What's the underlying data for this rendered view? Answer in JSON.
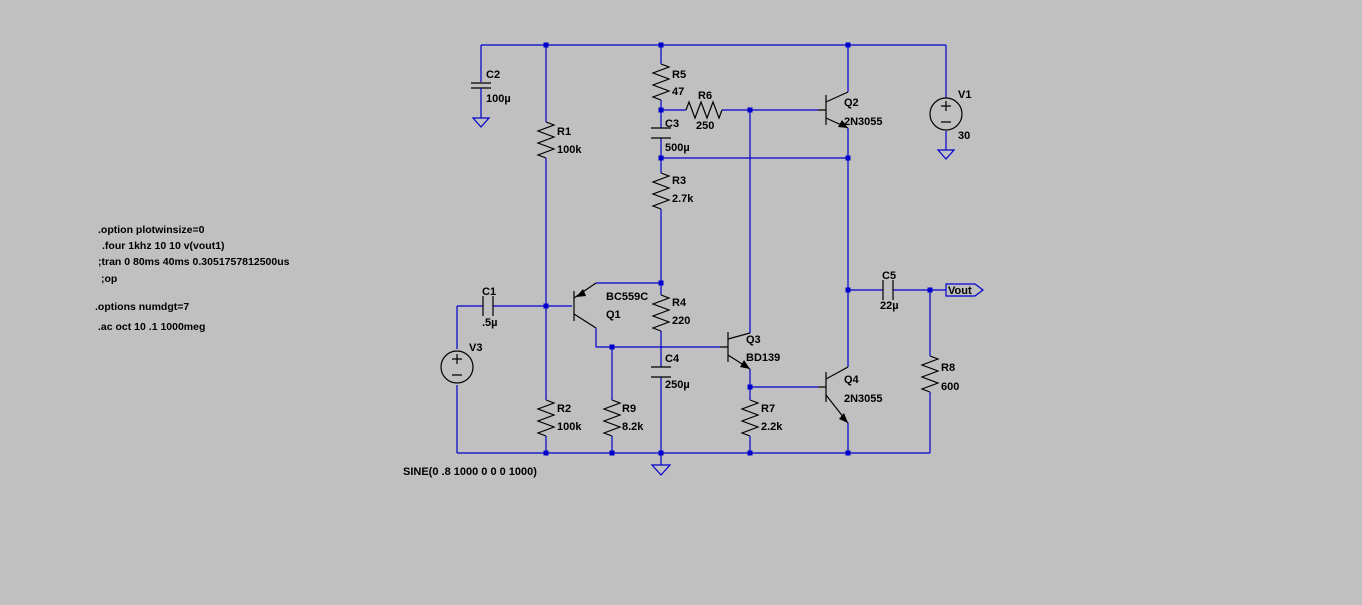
{
  "components": {
    "C2": {
      "ref": "C2",
      "value": "100µ"
    },
    "R1": {
      "ref": "R1",
      "value": "100k"
    },
    "R5": {
      "ref": "R5",
      "value": "47"
    },
    "R6": {
      "ref": "R6",
      "value": "250"
    },
    "C3": {
      "ref": "C3",
      "value": "500µ"
    },
    "R3": {
      "ref": "R3",
      "value": "2.7k"
    },
    "Q2": {
      "ref": "Q2",
      "value": "2N3055"
    },
    "V1": {
      "ref": "V1",
      "value": "30"
    },
    "C1": {
      "ref": "C1",
      "value": ".5µ"
    },
    "V3": {
      "ref": "V3",
      "value": "SINE(0 .8 1000 0 0 0 1000)"
    },
    "Q1": {
      "ref": "Q1",
      "value": "BC559C"
    },
    "R4": {
      "ref": "R4",
      "value": "220"
    },
    "C4": {
      "ref": "C4",
      "value": "250µ"
    },
    "Q3": {
      "ref": "Q3",
      "value": "BD139"
    },
    "C5": {
      "ref": "C5",
      "value": "22µ"
    },
    "R8": {
      "ref": "R8",
      "value": "600"
    },
    "Q4": {
      "ref": "Q4",
      "value": "2N3055"
    },
    "R2": {
      "ref": "R2",
      "value": "100k"
    },
    "R9": {
      "ref": "R9",
      "value": "8.2k"
    },
    "R7": {
      "ref": "R7",
      "value": "2.2k"
    }
  },
  "net_labels": {
    "vout": "Vout"
  },
  "directives": [
    ".option plotwinsize=0",
    ".four 1khz 10 10 v(vout1)",
    ";tran 0 80ms 40ms 0.3051757812500us",
    ";op",
    ".options numdgt=7",
    ".ac oct 10 .1 1000meg"
  ],
  "colors": {
    "background": "#c0c0c0",
    "wire": "#0000cc",
    "component": "#000000"
  }
}
